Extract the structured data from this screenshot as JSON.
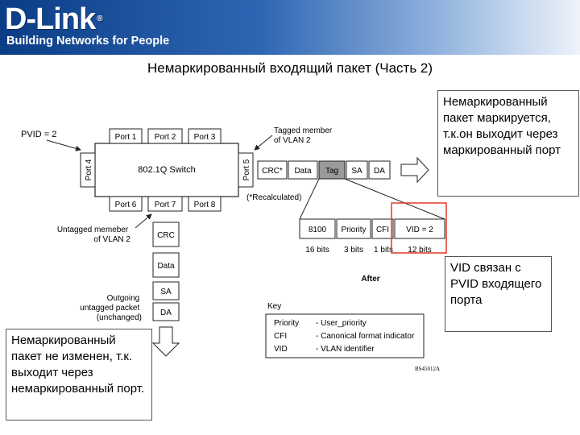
{
  "header": {
    "logo": "D-Link",
    "logo_reg": "®",
    "tagline": "Building Networks for People"
  },
  "title": "Немаркированный входящий пакет (Часть 2)",
  "callouts": {
    "top_right": "Немаркированный пакет маркируется, т.к.он выходит через маркированный порт",
    "middle_right": "VID связан с PVID входящего порта",
    "bottom_left": "Немаркированный пакет не изменен, т.к. выходит через немаркированный порт."
  },
  "diagram": {
    "pvid": "PVID = 2",
    "switch_label": "802.1Q Switch",
    "ports_top": [
      "Port 1",
      "Port 2",
      "Port 3"
    ],
    "ports_bottom": [
      "Port 6",
      "Port 7",
      "Port 8"
    ],
    "port_left": "Port 4",
    "port_right": "Port 5",
    "tagged_member": "Tagged member\nof VLAN 2",
    "untagged_member": "Untagged memeber\nof VLAN 2",
    "recalculated": "(*Recalculated)",
    "tagged_frame": [
      "CRC*",
      "Data",
      "Tag",
      "SA",
      "DA"
    ],
    "tag_fields": [
      "8100",
      "Priority",
      "CFI",
      "VID = 2"
    ],
    "tag_bits": [
      "16 bits",
      "3 bits",
      "1 bits",
      "12 bits"
    ],
    "after": "After",
    "untagged_frame": [
      "CRC",
      "Data",
      "SA",
      "DA"
    ],
    "outgoing": "Outgoing\nuntagged packet\n(unchanged)",
    "key_title": "Key",
    "key_items": [
      {
        "term": "Priority",
        "desc": "- User_priority"
      },
      {
        "term": "CFI",
        "desc": "- Canonical format indicator"
      },
      {
        "term": "VID",
        "desc": "- VLAN identifier"
      }
    ],
    "figure_id": "BS45012A",
    "colors": {
      "highlight": "#e0392b",
      "tag_fill": "#9a9a9a",
      "box_border": "#222222"
    }
  }
}
